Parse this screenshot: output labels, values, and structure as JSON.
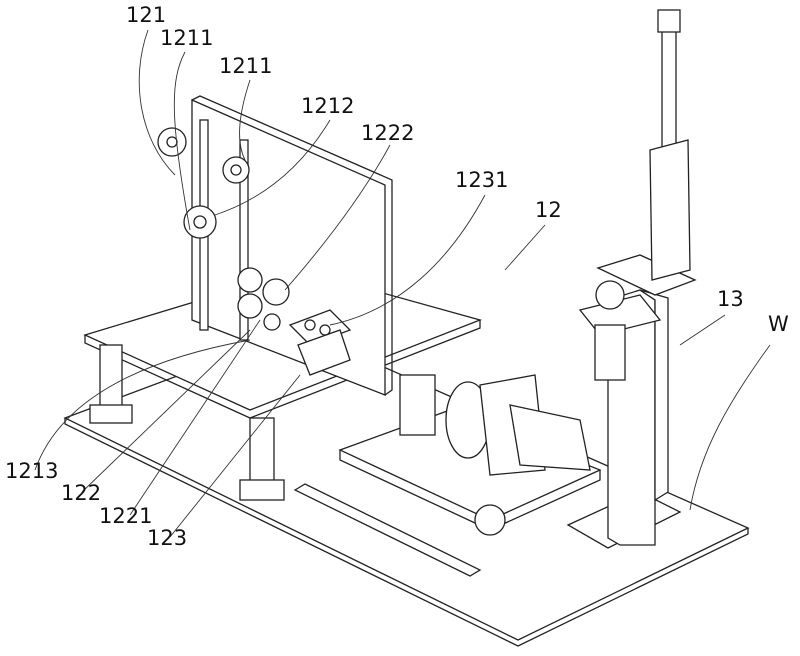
{
  "figure": {
    "labels": {
      "l121": "121",
      "l1211a": "1211",
      "l1211b": "1211",
      "l1212": "1212",
      "l1222": "1222",
      "l1231": "1231",
      "l12": "12",
      "l13": "13",
      "lW": "W",
      "l1213": "1213",
      "l122": "122",
      "l1221": "1221",
      "l123": "123"
    }
  }
}
